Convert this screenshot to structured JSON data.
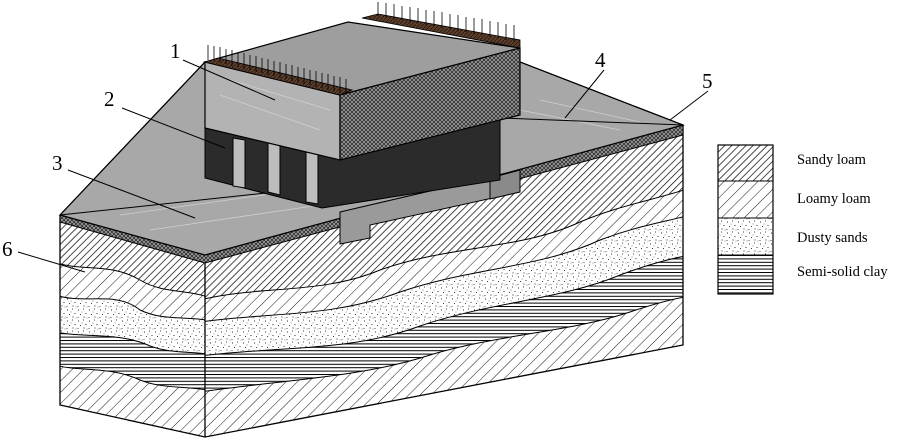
{
  "diagram": {
    "callouts": [
      {
        "id": "1",
        "label": "1"
      },
      {
        "id": "2",
        "label": "2"
      },
      {
        "id": "3",
        "label": "3"
      },
      {
        "id": "4",
        "label": "4"
      },
      {
        "id": "5",
        "label": "5"
      },
      {
        "id": "6",
        "label": "6"
      }
    ]
  },
  "legend": {
    "items": [
      {
        "label": "Sandy loam",
        "pattern": "dense-diagonal-hatch"
      },
      {
        "label": "Loamy loam",
        "pattern": "sparse-diagonal-hatch"
      },
      {
        "label": "Dusty sands",
        "pattern": "stipple"
      },
      {
        "label": "Semi-solid clay",
        "pattern": "horizontal-lines"
      }
    ]
  },
  "colors": {
    "surface_gray": "#a6a6a6",
    "slab_top": "#9c9c9c",
    "slab_front": "#b0b0b0",
    "pile_dark": "#2b2b2b",
    "topsoil_brown": "#5a3e2b",
    "ink": "#000000"
  }
}
